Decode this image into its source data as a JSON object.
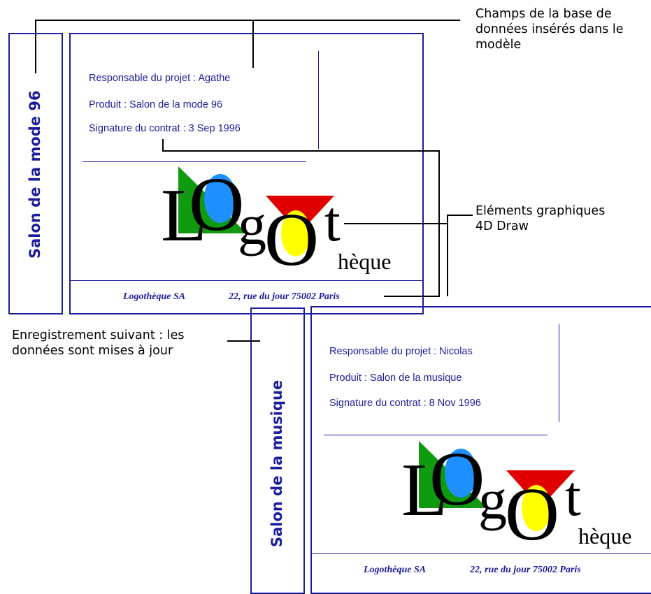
{
  "callouts": {
    "fields": [
      "Champs de la base de",
      "données insérés dans le",
      "modèle"
    ],
    "graphics": [
      "Eléments graphiques",
      "4D Draw"
    ],
    "next_record": [
      "Enregistrement suivant : les",
      "données sont mises à jour"
    ]
  },
  "card1": {
    "side_title": "Salon de la mode 96",
    "manager": "Responsable du projet : Agathe",
    "product": "Produit : Salon de la mode 96",
    "signature": "Signature du contrat : 3 Sep 1996",
    "footer_company": "Logothèque SA",
    "footer_address": "22, rue du jour 75002 Paris"
  },
  "card2": {
    "side_title": "Salon de la musique",
    "manager": "Responsable du projet : Nicolas",
    "product": "Produit : Salon de la musique",
    "signature": "Signature du contrat : 8 Nov 1996",
    "footer_company": "Logothèque SA",
    "footer_address": "22, rue du jour 75002 Paris"
  },
  "logo": {
    "letters": [
      "L",
      "O",
      "g",
      "O",
      "t"
    ],
    "suffix": "hèque",
    "colors": {
      "green": "#0f9a0f",
      "blue": "#1e90ff",
      "red": "#e00000",
      "yellow": "#ffff00"
    }
  },
  "colors": {
    "frame": "#1c1c9e",
    "text": "#1c1c9e"
  }
}
